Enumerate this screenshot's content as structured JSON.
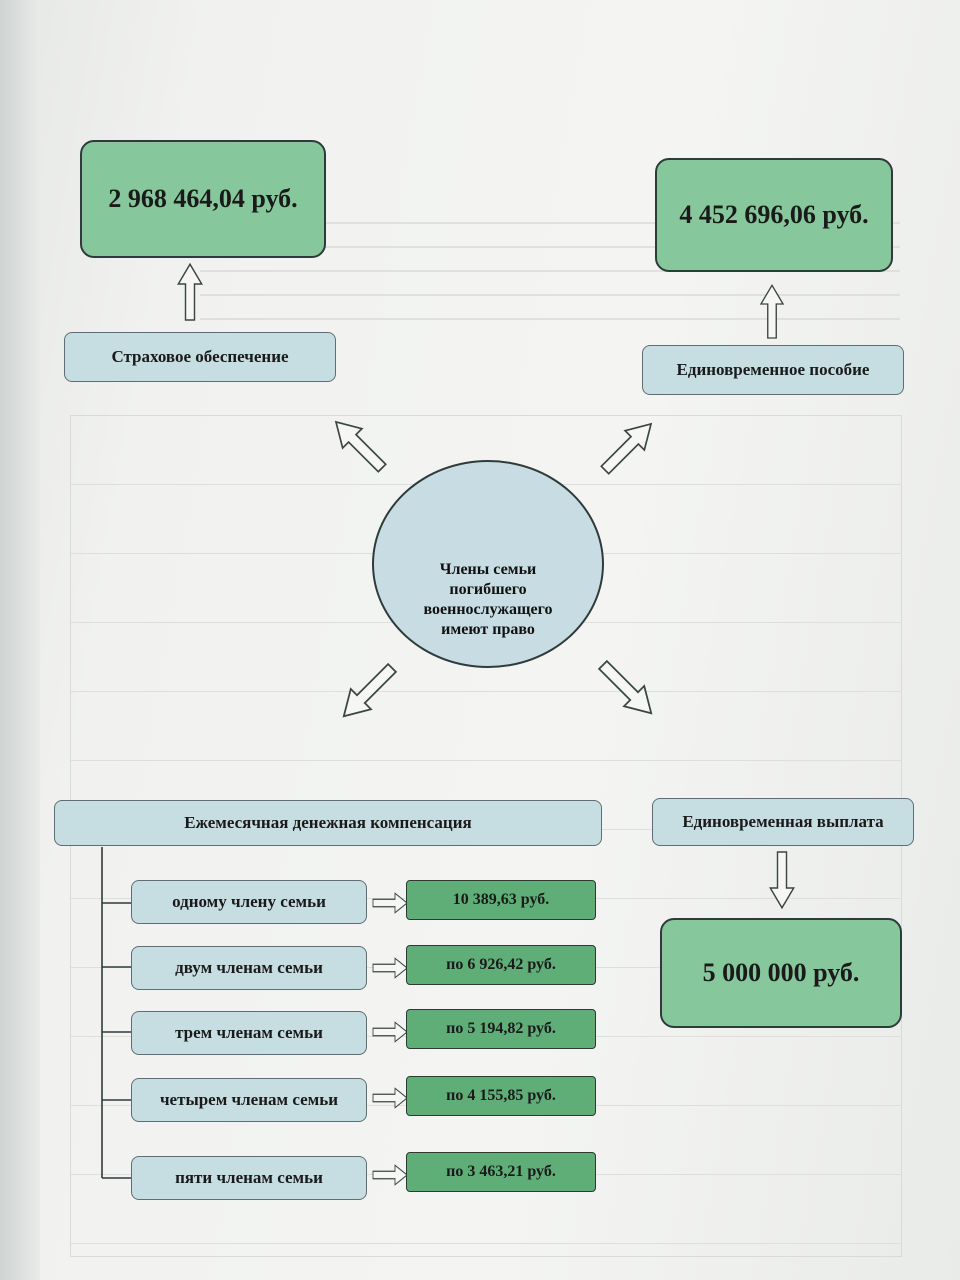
{
  "center": {
    "text": "Члены семьи\nпогибшего\nвоеннослужащего\nимеют право"
  },
  "insurance": {
    "label": "Страховое обеспечение",
    "amount": "2 968 464,04 руб."
  },
  "lump_allowance": {
    "label": "Единовременное пособие",
    "amount": "4 452 696,06 руб."
  },
  "monthly_compensation": {
    "label": "Ежемесячная денежная компенсация",
    "rows": [
      {
        "who": "одному члену семьи",
        "amount": "10 389,63 руб."
      },
      {
        "who": "двум членам семьи",
        "amount": "по 6 926,42 руб."
      },
      {
        "who": "трем членам семьи",
        "amount": "по 5 194,82 руб."
      },
      {
        "who": "четырем членам семьи",
        "amount": "по 4 155,85 руб."
      },
      {
        "who": "пяти членам семьи",
        "amount": "по 3 463,21 руб."
      }
    ]
  },
  "lump_payment": {
    "label": "Единовременная выплата",
    "amount": "5 000 000 руб."
  },
  "colors": {
    "amount_box": "#86c79b",
    "label_box": "#c6dde2",
    "row_amount_box": "#5fae78"
  },
  "icons": [
    "family-silhouette-icon",
    "hollow-arrow-icon"
  ]
}
